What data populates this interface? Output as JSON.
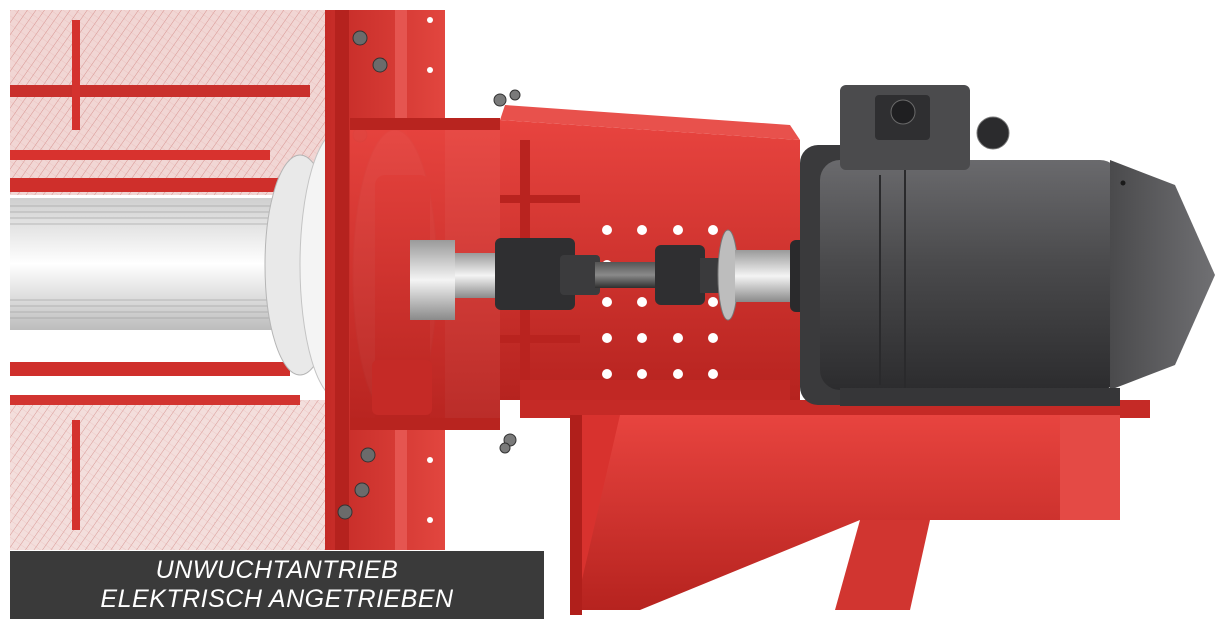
{
  "caption": {
    "line1": "UNWUCHTANTRIEB",
    "line2": "ELEKTRISCH ANGETRIEBEN"
  },
  "colors": {
    "frame_red": "#d8322e",
    "dark_red": "#a91f1c",
    "motor_grey": "#4a4a4c",
    "caption_bg": "#3a3a3a",
    "caption_text": "#ffffff"
  },
  "icons": [
    "motor",
    "coupling-shaft",
    "bracket",
    "drum"
  ]
}
